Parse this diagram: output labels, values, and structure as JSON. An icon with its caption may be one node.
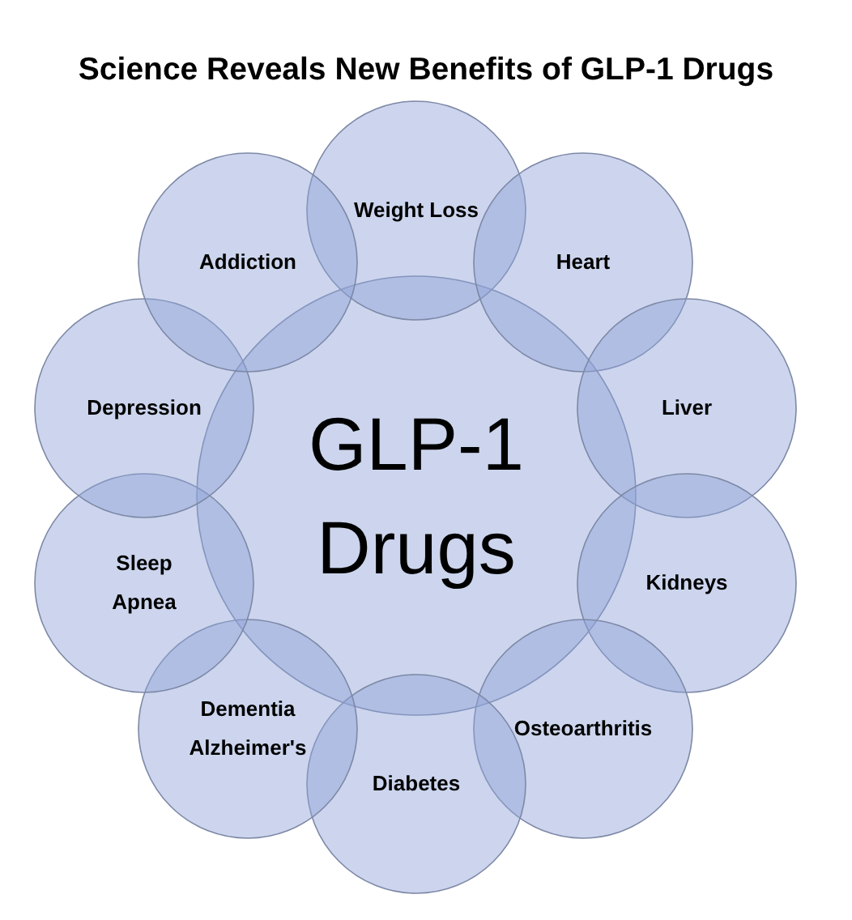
{
  "diagram": {
    "title": "Science Reveals New Benefits of GLP-1 Drugs",
    "nodes": [
      {
        "text": [
          "GLP-1 Drugs"
        ]
      },
      {
        "text": [
          "Weight Loss"
        ]
      },
      {
        "text": [
          "Heart"
        ]
      },
      {
        "text": [
          "Liver"
        ]
      },
      {
        "text": [
          "Kidneys"
        ]
      },
      {
        "text": [
          "Osteoarthritis"
        ]
      },
      {
        "text": [
          "Diabetes"
        ]
      },
      {
        "text": [
          "Dementia Alzheimer's"
        ]
      },
      {
        "text": [
          "Sleep Apnea"
        ]
      },
      {
        "text": [
          "Depression"
        ]
      },
      {
        "text": [
          "Addiction"
        ]
      }
    ]
  }
}
